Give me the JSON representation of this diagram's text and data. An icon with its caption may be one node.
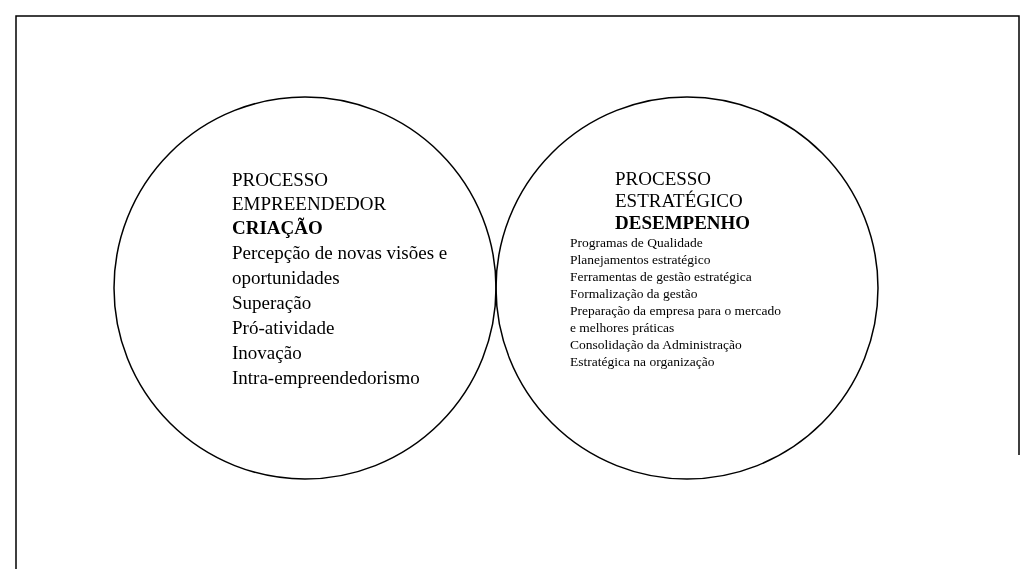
{
  "diagram": {
    "nodes": [
      {
        "text": [
          "PROCESSO EMPREENDEDOR",
          "CRIAÇÃO",
          "Percepção de novas visões e oportunidades",
          "Superação",
          "Pró-atividade",
          "Inovação",
          "Intra-empreendedorismo"
        ]
      },
      {
        "text": [
          "PROCESSO ESTRATÉGICO",
          "DESEMPENHO",
          "Programas de Qualidade",
          "Planejamentos estratégico",
          "Ferramentas de gestão estratégica",
          "Formalização da gestão",
          "Preparação da empresa para o mercado e melhores práticas",
          "Consolidação da Administração Estratégica na organização"
        ]
      }
    ],
    "edges": []
  }
}
